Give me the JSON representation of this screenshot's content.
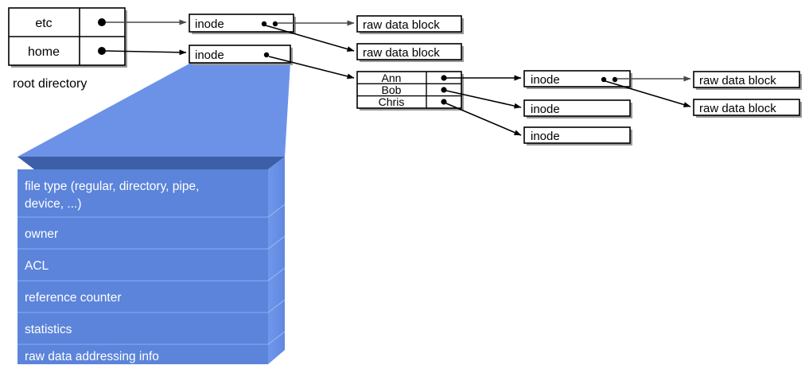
{
  "diagram": {
    "title_label": "root directory",
    "colors": {
      "panel_face": "#5b84da",
      "panel_face_alt": "#5a82d7",
      "panel_top_bevel": "#3c5fa8",
      "panel_side": "#6d95e8",
      "wedge": "#6c92e8",
      "box_stroke": "#000000",
      "box_fill": "#ffffff",
      "shadow": "#9a9a9a",
      "arrow": "#000000"
    },
    "root_directory": {
      "caption": "root directory",
      "rows": [
        {
          "name": "etc",
          "pointer": "dot"
        },
        {
          "name": "home",
          "pointer": "dot"
        }
      ]
    },
    "inode_etc": {
      "label": "inode",
      "dots": 2
    },
    "inode_home": {
      "label": "inode",
      "dots": 1
    },
    "raw_blocks_left": [
      {
        "label": "raw data block"
      },
      {
        "label": "raw data block"
      }
    ],
    "home_directory": {
      "rows": [
        {
          "name": "Ann",
          "pointer": "dot"
        },
        {
          "name": "Bob",
          "pointer": "dot"
        },
        {
          "name": "Chris",
          "pointer": "dot"
        }
      ]
    },
    "inodes_users": [
      {
        "label": "inode",
        "dots": 2
      },
      {
        "label": "inode",
        "dots": 0
      },
      {
        "label": "inode",
        "dots": 0
      }
    ],
    "raw_blocks_right": [
      {
        "label": "raw data block"
      },
      {
        "label": "raw data block"
      }
    ],
    "inode_detail_panel": {
      "fields": [
        {
          "line1": "file type (regular, directory, pipe,",
          "line2": "device, ...)"
        },
        {
          "line1": "owner",
          "line2": ""
        },
        {
          "line1": "ACL",
          "line2": ""
        },
        {
          "line1": "reference counter",
          "line2": ""
        },
        {
          "line1": "statistics",
          "line2": ""
        },
        {
          "line1": "raw data addressing info",
          "line2": ""
        }
      ]
    }
  }
}
